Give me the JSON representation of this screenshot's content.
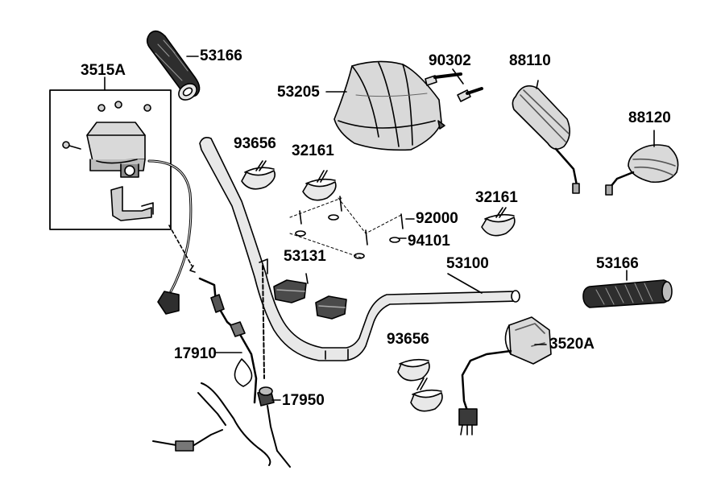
{
  "colors": {
    "line": "#000000",
    "fill_dark": "#3a3a3a",
    "fill_mid": "#bdbdbd",
    "fill_light": "#e6e6e6",
    "background": "#ffffff"
  },
  "labels": {
    "p3515A": "3515A",
    "p53166_top": "53166",
    "p53205": "53205",
    "p90302": "90302",
    "p88110": "88110",
    "p88120": "88120",
    "p93656_top": "93656",
    "p32161_top": "32161",
    "p92000": "92000",
    "p94101": "94101",
    "p32161_right": "32161",
    "p53131": "53131",
    "p53100": "53100",
    "p53166_right": "53166",
    "p93656_bottom": "93656",
    "p3520A": "3520A",
    "p17910": "17910",
    "p17950": "17950"
  }
}
